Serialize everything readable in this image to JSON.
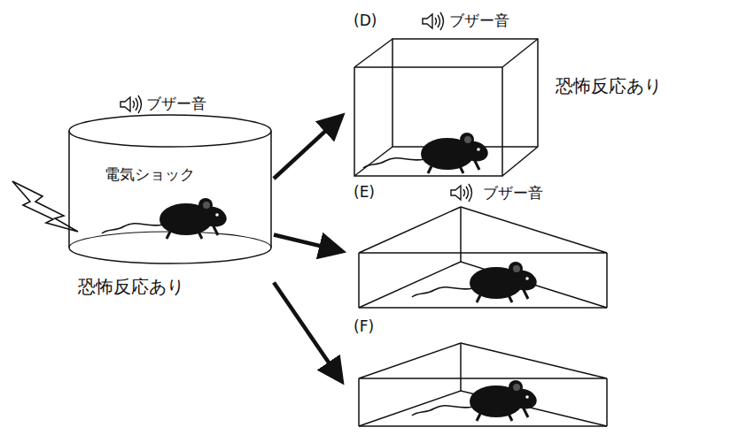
{
  "diagram": {
    "nodes": [
      {
        "text": [
          "ブザー音",
          "電気ショック",
          "恐怖反応あり"
        ]
      },
      {
        "text": [
          "(D)",
          "ブザー音",
          "恐怖反応あり"
        ]
      },
      {
        "text": [
          "(E)",
          "ブザー音"
        ]
      },
      {
        "text": [
          "(F)"
        ]
      }
    ],
    "edges": [
      {
        "from": 0,
        "to": 1,
        "arrow": "to"
      },
      {
        "from": 0,
        "to": 2,
        "arrow": "to"
      },
      {
        "from": 0,
        "to": 3,
        "arrow": "to"
      }
    ]
  }
}
